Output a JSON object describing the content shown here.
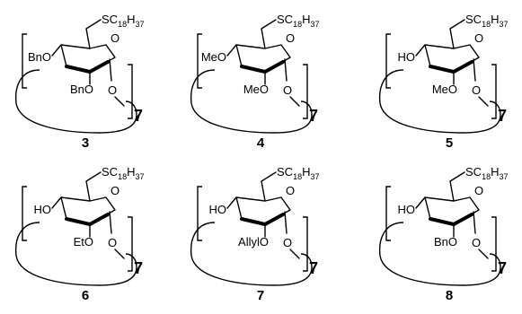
{
  "thiol_group": {
    "base": "SC",
    "sub1": "18",
    "mid": "H",
    "sub2": "37"
  },
  "ring_oxygen": "O",
  "glycosidic_oxygen": "O",
  "repeat_count": "7",
  "compounds": [
    {
      "id": "3",
      "o3_label": "BnO",
      "o2_label": "BnO"
    },
    {
      "id": "4",
      "o3_label": "MeO",
      "o2_label": "MeO"
    },
    {
      "id": "5",
      "o3_label": "HO",
      "o2_label": "MeO"
    },
    {
      "id": "6",
      "o3_label": "HO",
      "o2_label": "EtO"
    },
    {
      "id": "7",
      "o3_label": "HO",
      "o2_label": "AllylO"
    },
    {
      "id": "8",
      "o3_label": "HO",
      "o2_label": "BnO"
    }
  ]
}
